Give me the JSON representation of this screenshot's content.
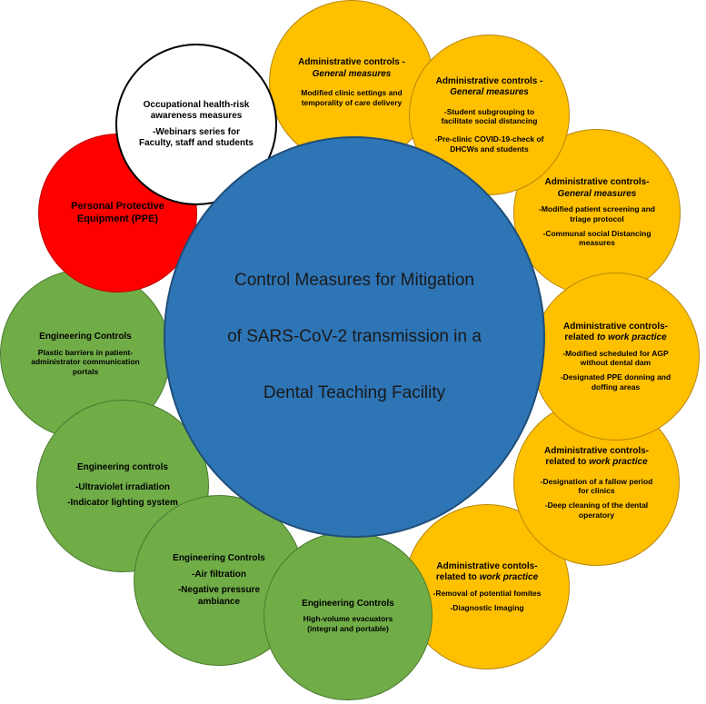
{
  "center": {
    "line1": "Control Measures for Mitigation",
    "line2": "of SARS-CoV-2 transmission in a",
    "line3": "Dental Teaching Facility"
  },
  "admin1": {
    "title": "Administrative controls -",
    "title_italic": "General measures",
    "item1": "Modified clinic settings and",
    "item1b": "temporality of care delivery"
  },
  "admin2": {
    "title": "Administrative controls -",
    "title_italic": "General measures",
    "item1": "-Student subgrouping to",
    "item1b": "facilitate social distancing",
    "item2": "-Pre-clinic COVID-19-check of",
    "item2b": "DHCWs and students"
  },
  "admin3": {
    "title": "Administrative controls-",
    "title_italic": "General measures",
    "item1": "-Modified patient screening and",
    "item1b": "triage protocol",
    "item2": "-Communal social Distancing",
    "item2b": "measures"
  },
  "admin4": {
    "title": "Administrative controls-",
    "title_prefix": "related ",
    "title_italic": "to work practice",
    "item1": "-Modified scheduled for AGP",
    "item1b": "without dental dam",
    "item2": "-Designated PPE donning and",
    "item2b": "doffing areas"
  },
  "admin5": {
    "title": "Administrative controls-",
    "title_prefix": "related to ",
    "title_italic": "work practice",
    "item1": "-Designation of a fallow period",
    "item1b": "for clinics",
    "item2": "-Deep cleaning of the dental",
    "item2b": "operatory"
  },
  "admin6": {
    "title": "Administrative contols-",
    "title_prefix": "related to ",
    "title_italic": "work practice",
    "item1": "-Removal of potential fomites",
    "item2": "-Diagnostic Imaging"
  },
  "eng1": {
    "title": "Engineering Controls",
    "item1": "High-volume evacuators",
    "item1b": "(integral and portable)"
  },
  "eng2": {
    "title": "Engineering Controls",
    "item1": "-Air filtration",
    "item2": "-Negative pressure",
    "item2b": "ambiance"
  },
  "eng3": {
    "title": "Engineering controls",
    "item1": "-Ultraviolet irradiation",
    "item2": "-Indicator lighting system"
  },
  "eng4": {
    "title": "Engineering Controls",
    "item1": "Plastic barriers in patient-",
    "item1b": "administrator communication",
    "item1c": "portals"
  },
  "ppe": {
    "line1": "Personal Protective",
    "line2": "Equipment (PPE)"
  },
  "occ": {
    "line1": "Occupational health-risk",
    "line2": "awareness measures",
    "item1": "-Webinars series for",
    "item1b": "Faculty, staff and students"
  }
}
